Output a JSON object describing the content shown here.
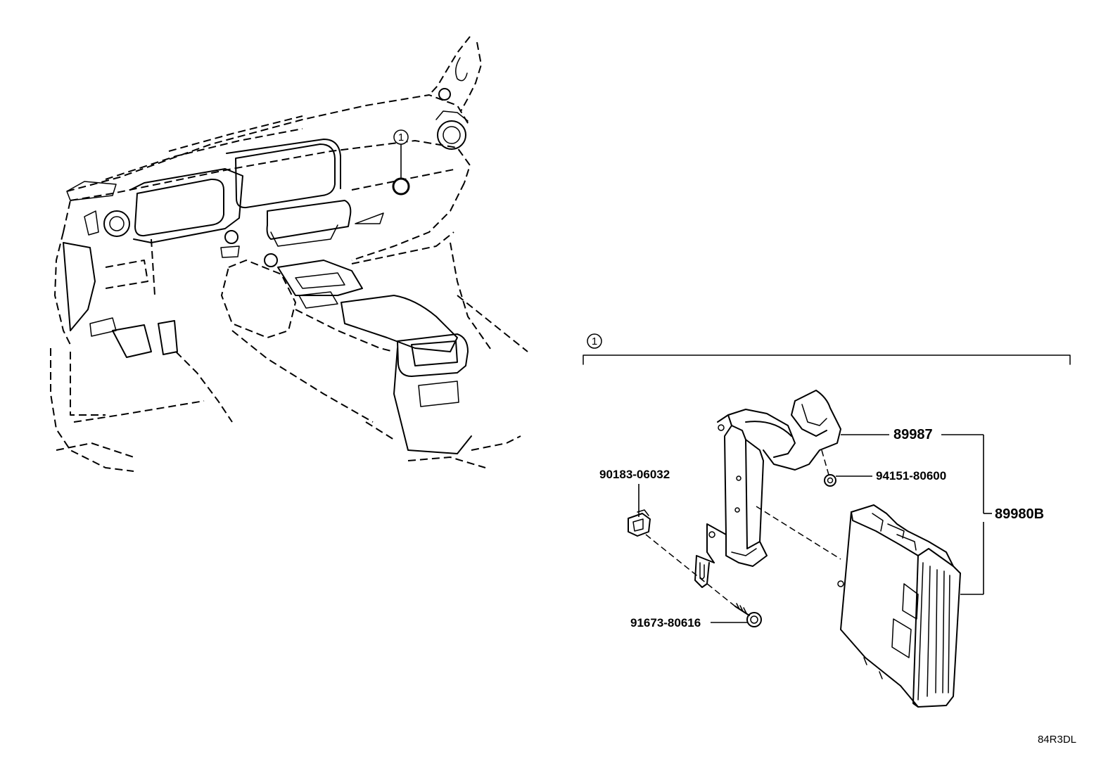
{
  "callout_marker": "1",
  "figure_code": "84R3DL",
  "parts": {
    "bracket_top": "89987",
    "clip": "90183-06032",
    "clip_nut": "94151-80600",
    "ecu_assembly": "89980B",
    "bolt": "91673-80616"
  }
}
